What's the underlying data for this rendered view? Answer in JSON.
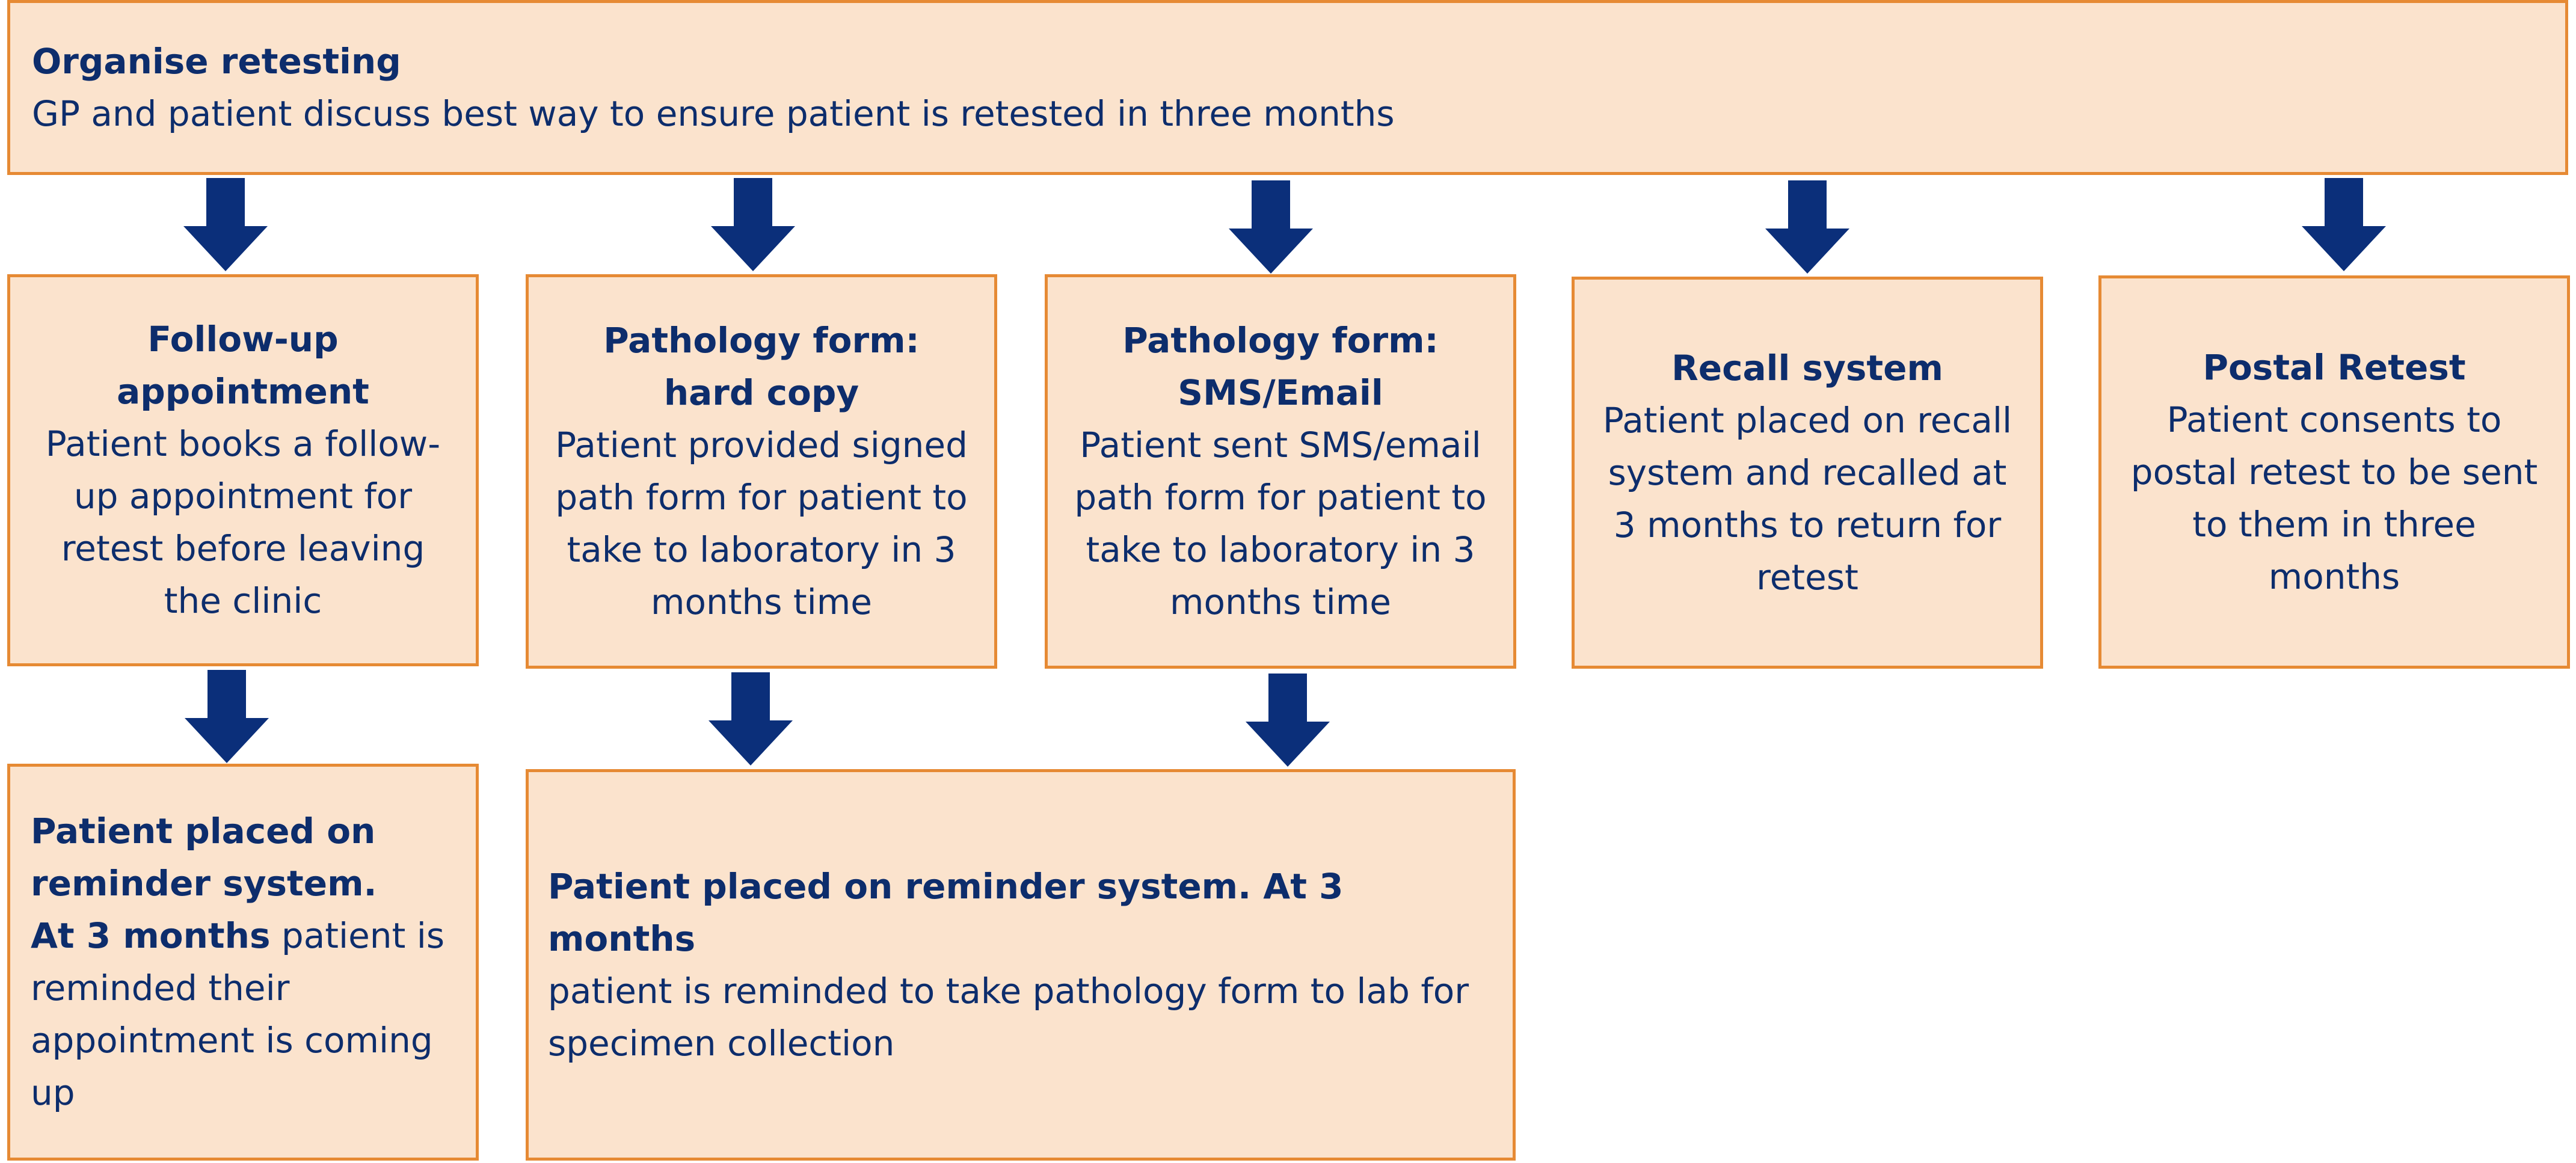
{
  "colors": {
    "box_fill": "#fbe3cd",
    "box_border": "#e68a34",
    "text": "#0d2d6c",
    "arrow": "#0b2f7a"
  },
  "top": {
    "title": "Organise retesting",
    "text": "GP and patient discuss best way to ensure patient is retested in three months"
  },
  "options": [
    {
      "title_line1": "Follow-up",
      "title_line2": "appointment",
      "text": "Patient books a follow-up appointment for retest before leaving the clinic"
    },
    {
      "title_line1": "Pathology form:",
      "title_line2": "hard copy",
      "text": "Patient provided signed path form for patient to take to laboratory in 3 months time"
    },
    {
      "title_line1": "Pathology form:",
      "title_line2": "SMS/Email",
      "text": "Patient sent SMS/email path form for patient to take to laboratory in 3 months time"
    },
    {
      "title_line1": "Recall system",
      "text": "Patient placed on recall system and recalled at 3 months to return for retest"
    },
    {
      "title_line1": "Postal Retest",
      "text": "Patient consents to postal retest to be sent to them in three months"
    }
  ],
  "bottom_left": {
    "title": "Patient placed on reminder system.",
    "emphasis": "At 3 months",
    "text": " patient is reminded their appointment is coming up"
  },
  "bottom_mid": {
    "title": "Patient placed on reminder system. At 3 months",
    "text": "patient is reminded to take pathology form to lab for specimen collection"
  }
}
